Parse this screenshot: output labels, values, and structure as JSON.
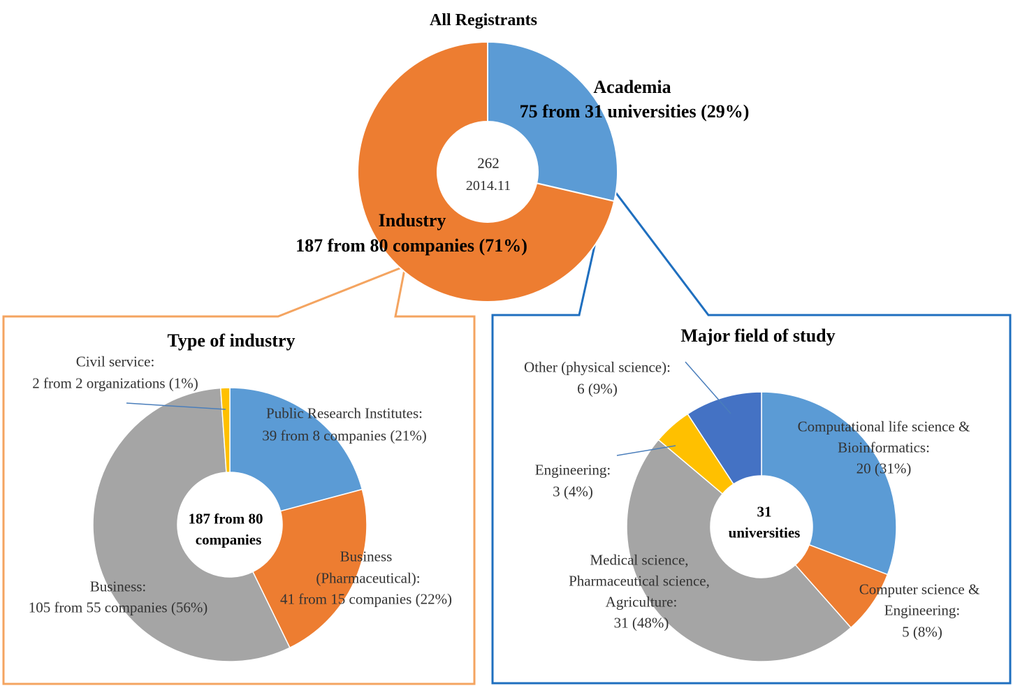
{
  "chart_data": [
    {
      "type": "pie",
      "title": "All Registrants",
      "center_text": [
        "262",
        "2014.11"
      ],
      "slices": [
        {
          "label_lines": [
            "Academia",
            "75 from 31 universities (29%)"
          ],
          "value": 75,
          "percent": 29,
          "color": "#5B9BD5"
        },
        {
          "label_lines": [
            "Industry",
            "187 from 80 companies (71%)"
          ],
          "value": 187,
          "percent": 71,
          "color": "#ED7D31"
        }
      ]
    },
    {
      "type": "pie",
      "title": "Type of industry",
      "center_text": [
        "187 from 80",
        "companies"
      ],
      "slices": [
        {
          "label_lines": [
            "Public Research Institutes:",
            "39 from 8 companies (21%)"
          ],
          "value": 39,
          "percent": 21,
          "color": "#5B9BD5"
        },
        {
          "label_lines": [
            "Business",
            "(Pharmaceutical):",
            "41 from 15 companies (22%)"
          ],
          "value": 41,
          "percent": 22,
          "color": "#ED7D31"
        },
        {
          "label_lines": [
            "Business:",
            "105 from 55 companies (56%)"
          ],
          "value": 105,
          "percent": 56,
          "color": "#A5A5A5"
        },
        {
          "label_lines": [
            "Civil service:",
            "2 from 2 organizations (1%)"
          ],
          "value": 2,
          "percent": 1,
          "color": "#FFC000"
        }
      ]
    },
    {
      "type": "pie",
      "title": "Major field of study",
      "center_text": [
        "31",
        "universities"
      ],
      "slices": [
        {
          "label_lines": [
            "Computational life science &",
            "Bioinformatics:",
            "20 (31%)"
          ],
          "value": 20,
          "percent": 31,
          "color": "#5B9BD5"
        },
        {
          "label_lines": [
            "Computer science &",
            "Engineering:",
            "5 (8%)"
          ],
          "value": 5,
          "percent": 8,
          "color": "#ED7D31"
        },
        {
          "label_lines": [
            "Medical science,",
            "Pharmaceutical science,",
            "Agriculture:",
            "31 (48%)"
          ],
          "value": 31,
          "percent": 48,
          "color": "#A5A5A5"
        },
        {
          "label_lines": [
            "Engineering:",
            "3 (4%)"
          ],
          "value": 3,
          "percent": 4,
          "color": "#FFC000"
        },
        {
          "label_lines": [
            "Other (physical science):",
            "6 (9%)"
          ],
          "value": 6,
          "percent": 9,
          "color": "#4472C4"
        }
      ]
    }
  ],
  "colors": {
    "industry_frame": "#F4A460",
    "academia_frame": "#1F6FBF",
    "leader_line": "#4A7EBB",
    "slice_border": "#ffffff"
  }
}
